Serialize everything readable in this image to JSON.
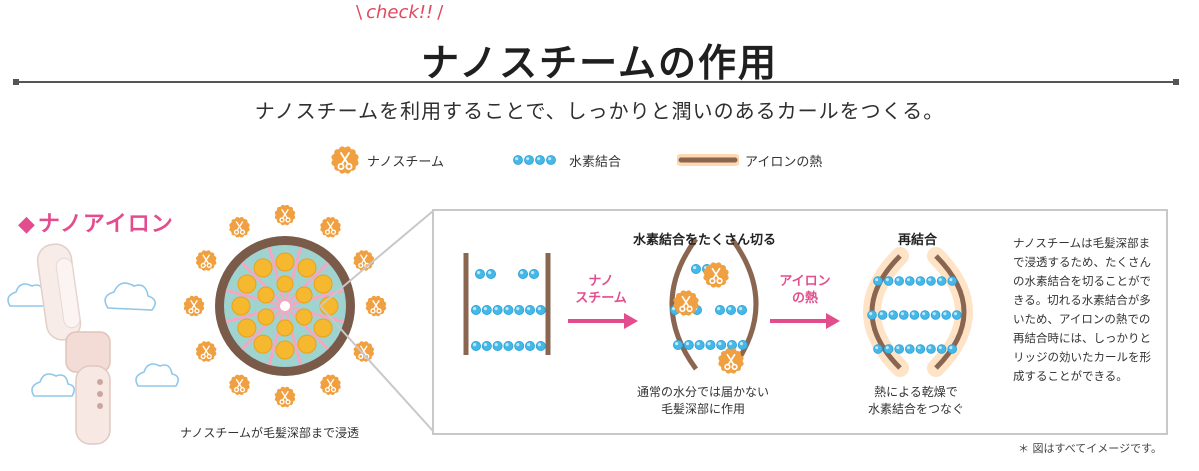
{
  "header": {
    "check": "check!!",
    "title": "ナノスチームの作用",
    "subtitle": "ナノスチームを利用することで、しっかりと潤いのあるカールをつくる。"
  },
  "legend": {
    "nano_steam": "ナノスチーム",
    "hydrogen_bond": "水素結合",
    "iron_heat": "アイロンの熱"
  },
  "left": {
    "section_title": "ナノアイロン",
    "caption": "ナノスチームが毛髪深部まで浸透"
  },
  "panel": {
    "title_cut": "水素結合をたくさん切る",
    "title_rebond": "再結合",
    "arrow1_line1": "ナノ",
    "arrow1_line2": "スチーム",
    "arrow2_line1": "アイロン",
    "arrow2_line2": "の熱",
    "caption_mid_line1": "通常の水分では届かない",
    "caption_mid_line2": "毛髪深部に作用",
    "caption_right_line1": "熱による乾燥で",
    "caption_right_line2": "水素結合をつなぐ",
    "description": "ナノスチームは毛髪深部まで浸透するため、たくさんの水素結合を切ることができる。切れる水素結合が多いため、アイロンの熱での再結合時には、しっかりとリッジの効いたカールを形成することができる。"
  },
  "note": "＊ 図はすべてイメージです。",
  "colors": {
    "pink": "#e44d8d",
    "orange": "#f0a040",
    "blue": "#45b8e8",
    "brown": "#8a6550",
    "hair_fill": "#9fd3d0"
  }
}
